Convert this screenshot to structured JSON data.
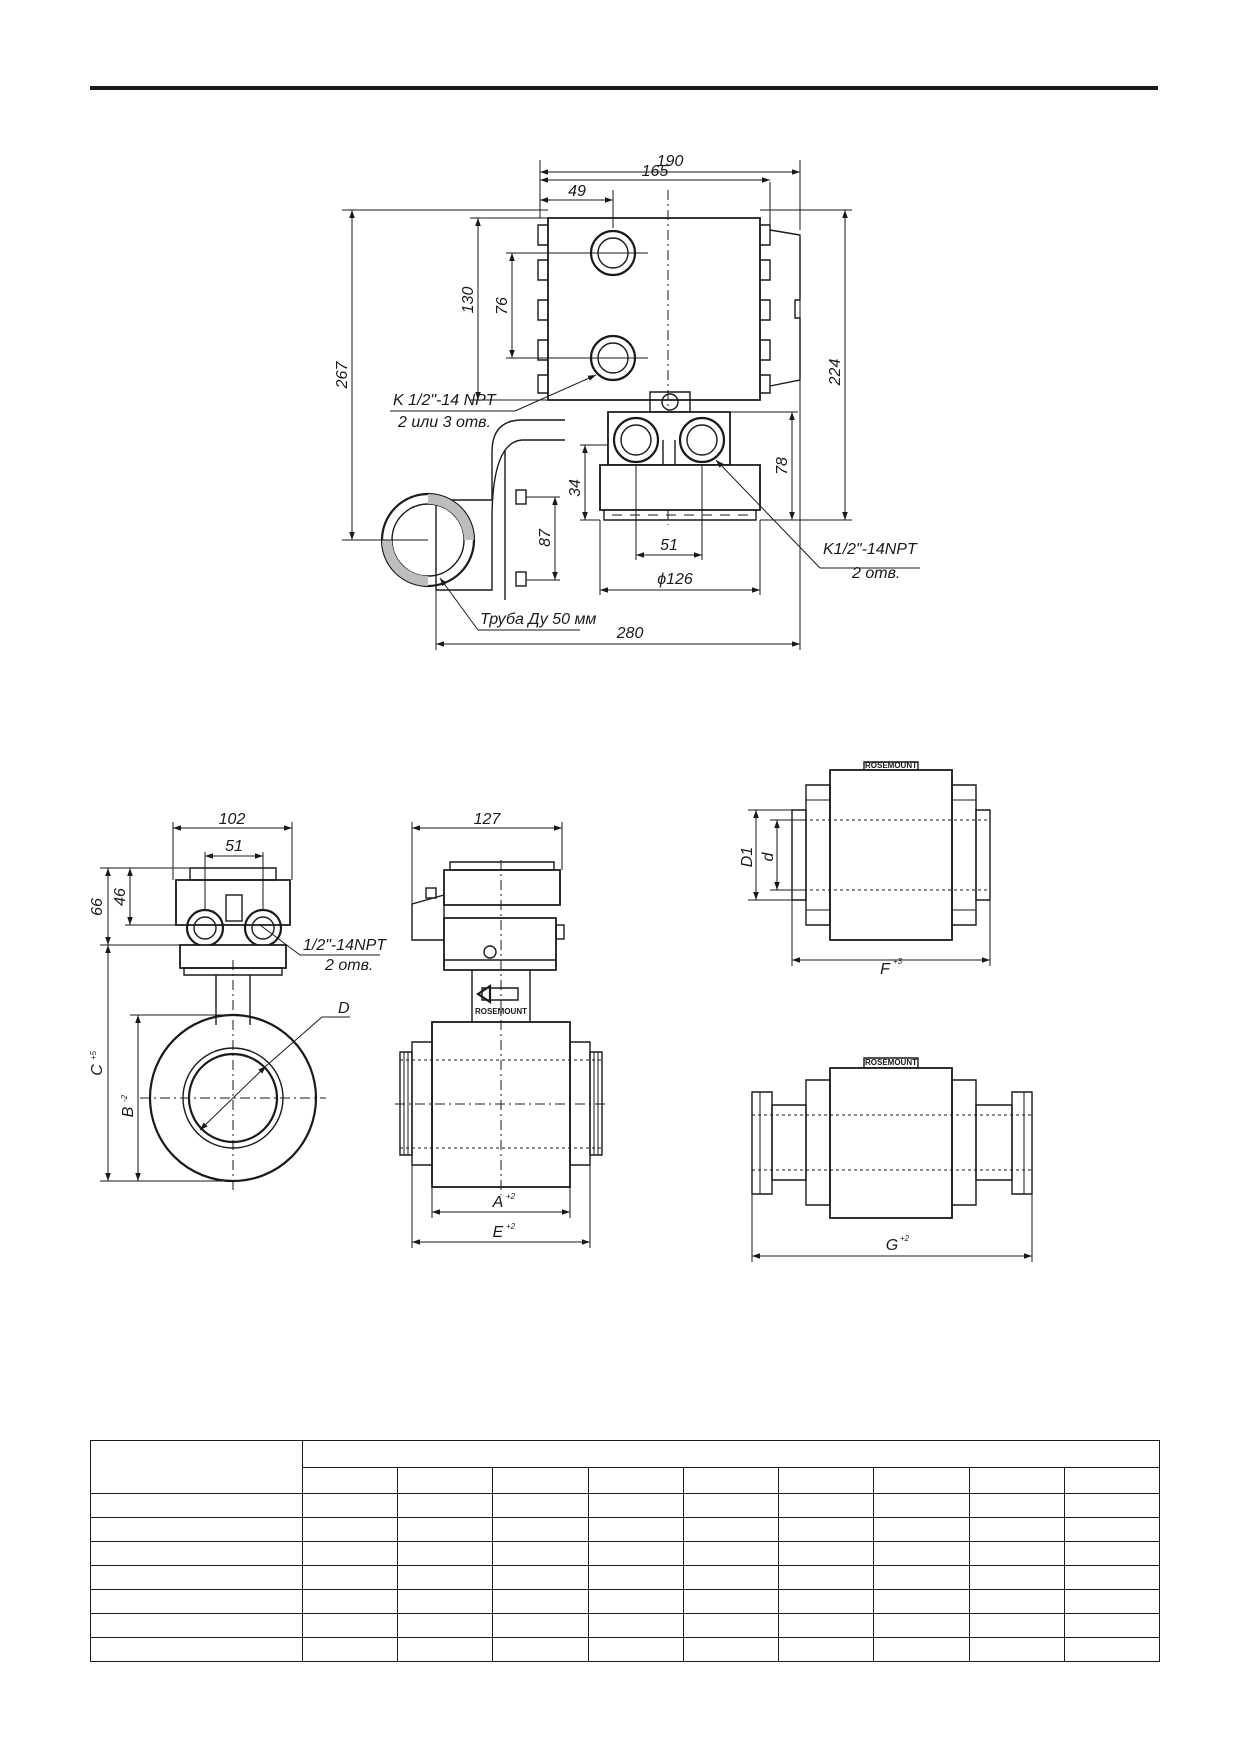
{
  "top_view": {
    "dims": {
      "w190": "190",
      "w165": "165",
      "w49": "49",
      "h267": "267",
      "h130": "130",
      "h76": "76",
      "h224": "224",
      "h78": "78",
      "h34": "34",
      "h87": "87",
      "w51": "51",
      "d126": "ϕ126",
      "w280": "280"
    },
    "callouts": {
      "port_left_line1": "K 1/2\"-14 NPT",
      "port_left_line2": "2 или 3 отв.",
      "port_right_line1": "K1/2\"-14NPT",
      "port_right_line2": "2 отв.",
      "pipe": "Труба Ду 50 мм"
    }
  },
  "front_view": {
    "dims": {
      "w102": "102",
      "w51": "51",
      "h66": "66",
      "h46": "46",
      "C": "C",
      "C_tol": "+5",
      "B": "B",
      "B_tol": "-2",
      "D": "D"
    },
    "callout_line1": "1/2\"-14NPT",
    "callout_line2": "2 отв."
  },
  "side_view": {
    "dims": {
      "w127": "127",
      "A": "A",
      "A_tol": "+2",
      "E": "E",
      "E_tol": "+2"
    },
    "brand": "ROSEMOUNT"
  },
  "threaded_view": {
    "dims": {
      "D1": "D1",
      "d": "d",
      "F": "F",
      "F_tol": "+3"
    },
    "brand": "ROSEMOUNT"
  },
  "clamp_view": {
    "dims": {
      "G": "G",
      "G_tol": "+2"
    },
    "brand": "ROSEMOUNT"
  },
  "table": {
    "rows": 7,
    "columns": 9
  }
}
